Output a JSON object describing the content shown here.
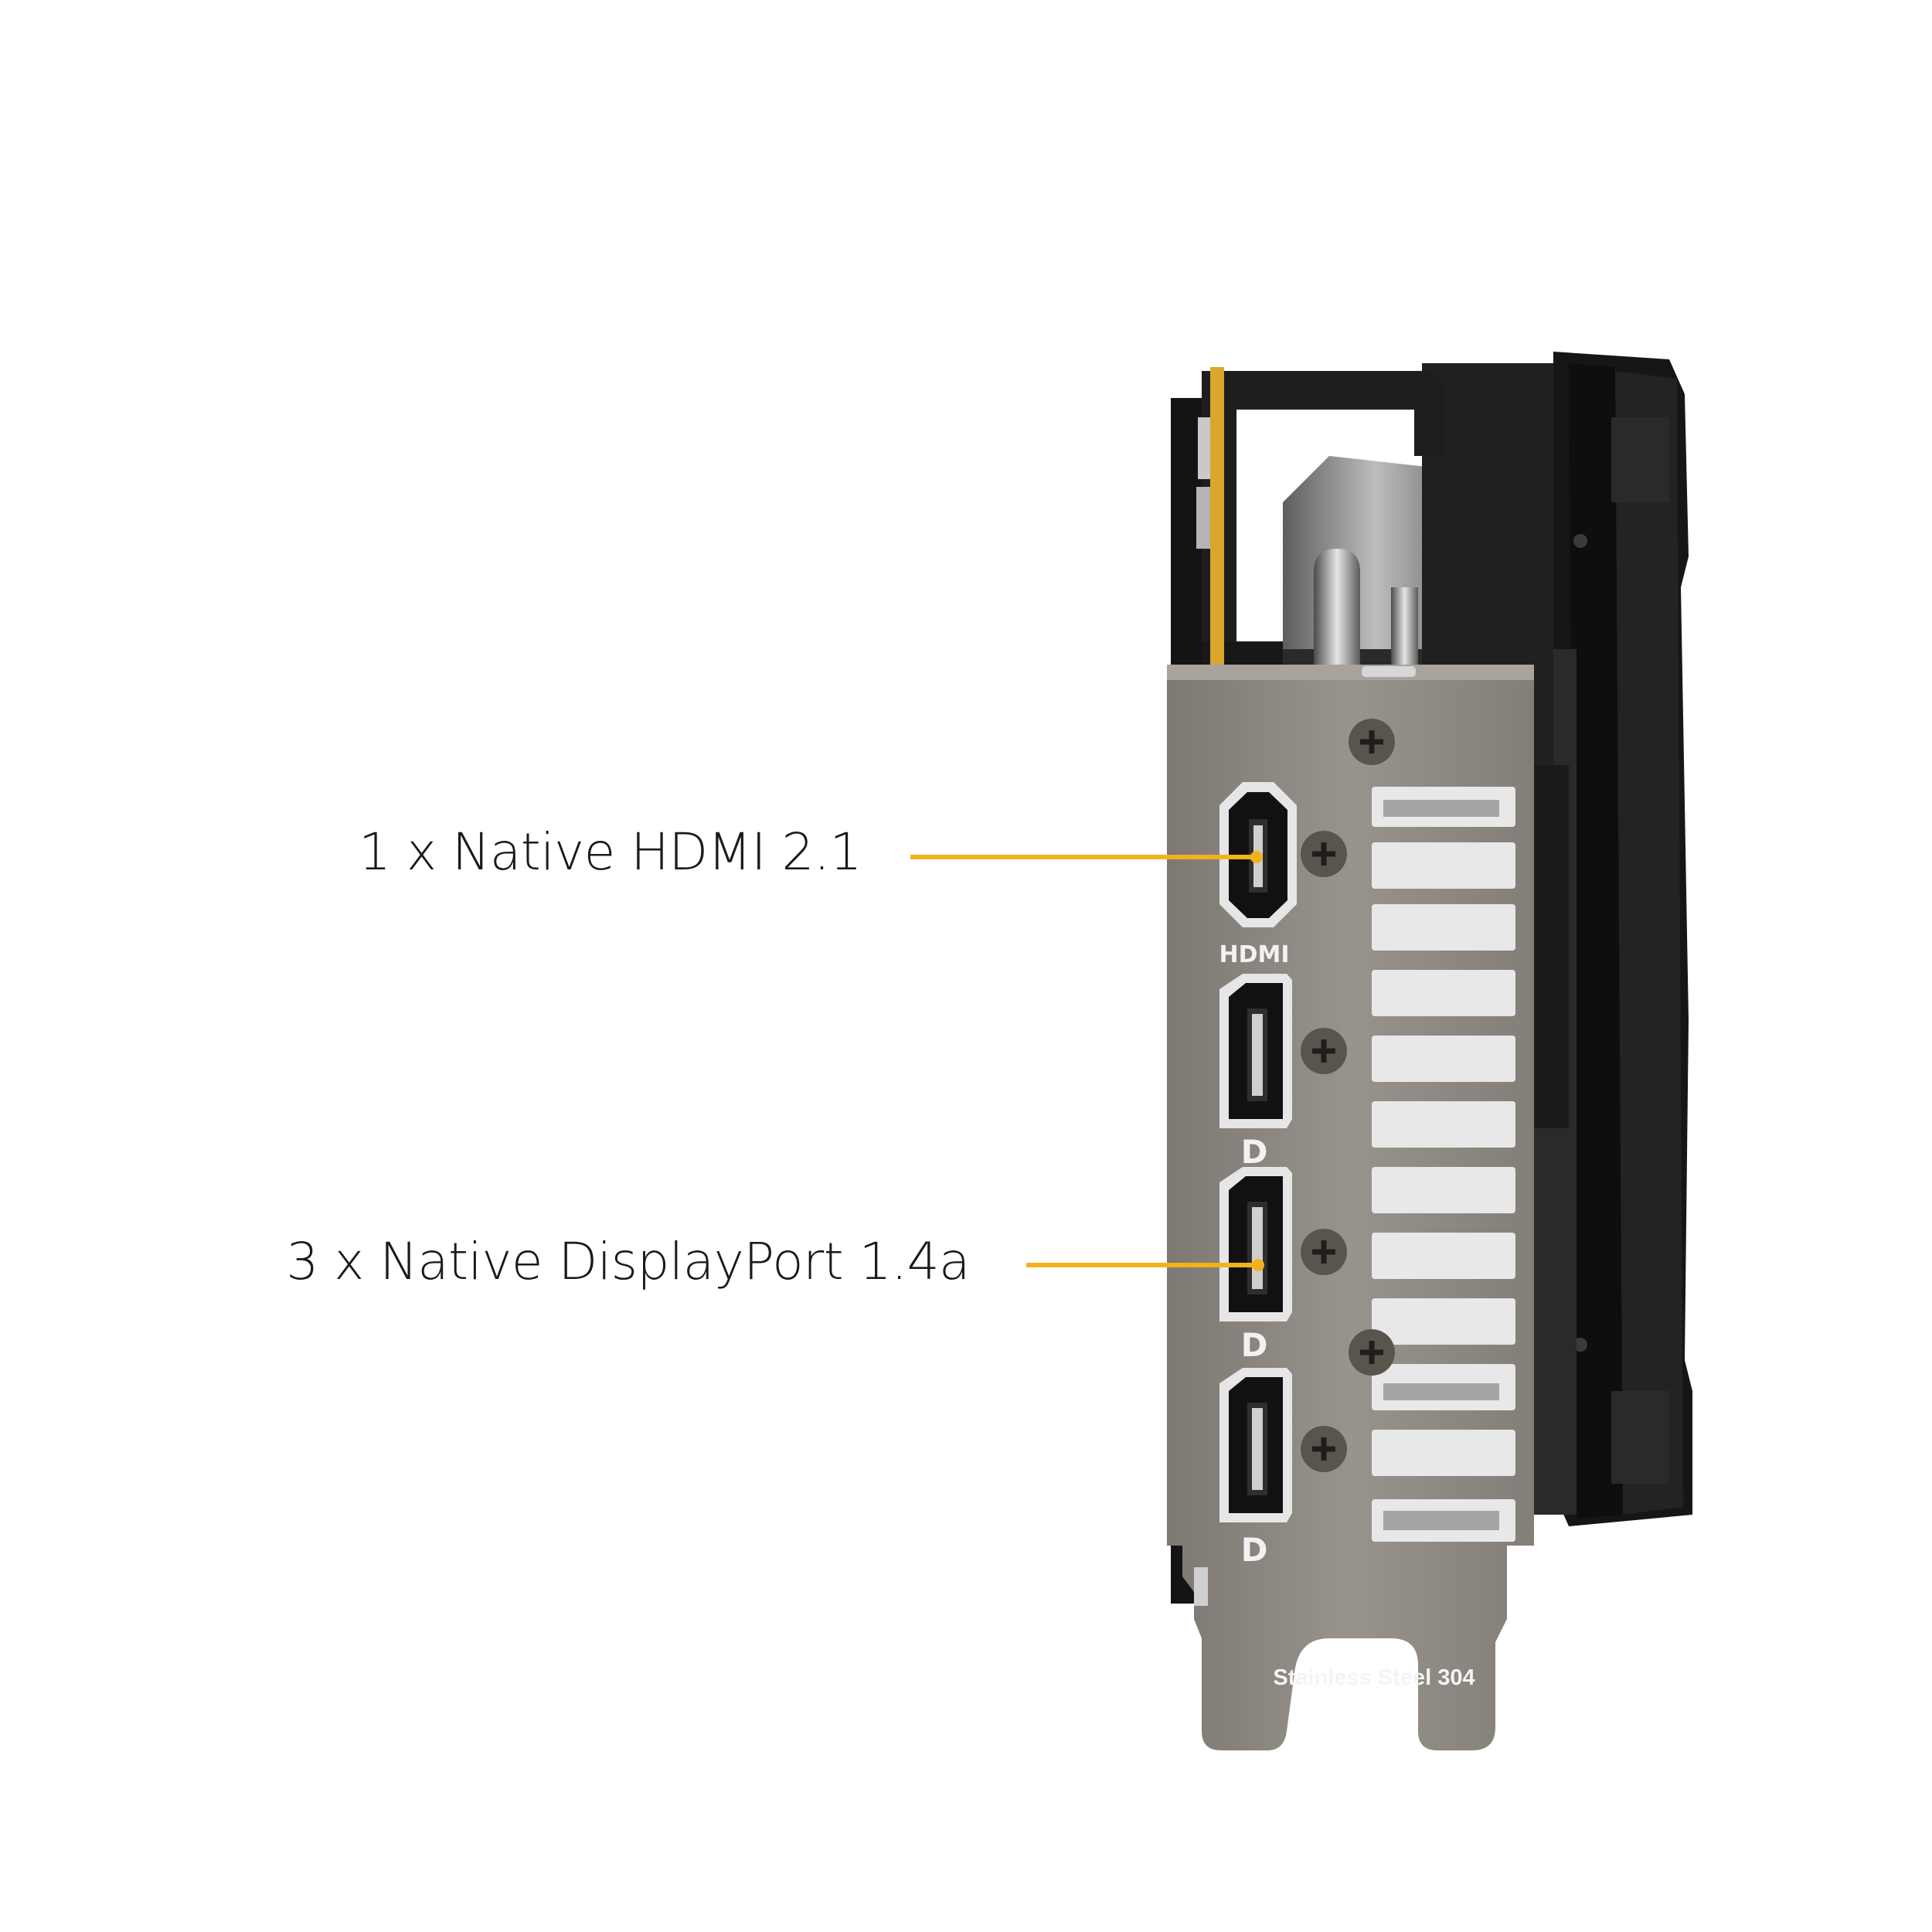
{
  "callouts": {
    "hdmi": "1 x Native HDMI 2.1",
    "displayport": "3 x Native DisplayPort 1.4a"
  },
  "bracket": {
    "hdmi_mark": "HDMI",
    "dp_mark": "D",
    "material": "Stainless Steel 304"
  },
  "colors": {
    "leader": "#f2b21c",
    "bracket": "#8f8a84",
    "card_body": "#1c1c1c",
    "pcb_edge": "#d9a62e"
  }
}
